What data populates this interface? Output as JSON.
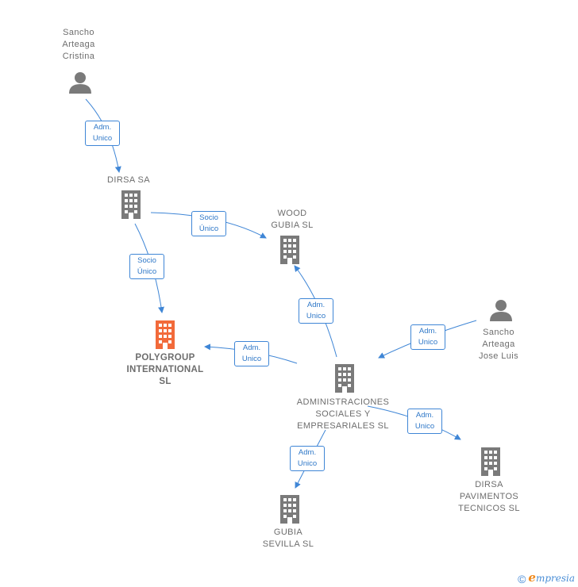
{
  "nodes": {
    "sancho_cristina": {
      "label": "Sancho\nArteaga\nCristina",
      "type": "person",
      "color": "#7a7a7a"
    },
    "dirsa_sa": {
      "label": "DIRSA SA",
      "type": "company",
      "color": "#7a7a7a"
    },
    "wood_gubia": {
      "label": "WOOD\nGUBIA  SL",
      "type": "company",
      "color": "#7a7a7a"
    },
    "polygroup": {
      "label": "POLYGROUP\nINTERNATIONAL\nSL",
      "type": "company",
      "color": "#f26a3a"
    },
    "sancho_jose": {
      "label": "Sancho\nArteaga\nJose Luis",
      "type": "person",
      "color": "#7a7a7a"
    },
    "administraciones": {
      "label": "ADMINISTRACIONES\nSOCIALES Y\nEMPRESARIALES SL",
      "type": "company",
      "color": "#7a7a7a"
    },
    "dirsa_pavimentos": {
      "label": "DIRSA\nPAVIMENTOS\nTECNICOS SL",
      "type": "company",
      "color": "#7a7a7a"
    },
    "gubia_sevilla": {
      "label": "GUBIA\nSEVILLA SL",
      "type": "company",
      "color": "#7a7a7a"
    }
  },
  "edges": [
    {
      "label": "Adm.\nUnico"
    },
    {
      "label": "Socio\nÚnico"
    },
    {
      "label": "Socio\nÚnico"
    },
    {
      "label": "Adm.\nUnico"
    },
    {
      "label": "Adm.\nUnico"
    },
    {
      "label": "Adm.\nUnico"
    },
    {
      "label": "Adm.\nUnico"
    },
    {
      "label": "Adm.\nUnico"
    }
  ],
  "footer": {
    "copyright": "©",
    "brand_first": "e",
    "brand_rest": "mpresia"
  },
  "colors": {
    "edge": "#3f86d6",
    "icon": "#7a7a7a",
    "highlight": "#f26a3a"
  }
}
